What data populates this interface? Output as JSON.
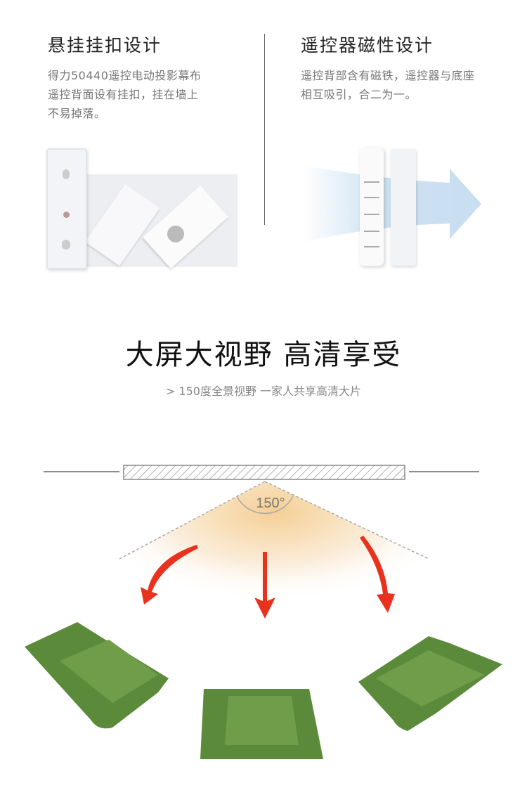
{
  "left_feature": {
    "title": "悬挂挂扣设计",
    "lines": [
      "得力50440遥控电动投影幕布",
      "遥控背面设有挂扣，挂在墙上",
      "不易掉落。"
    ]
  },
  "right_feature": {
    "title": "遥控器磁性设计",
    "lines": [
      "遥控背部含有磁铁，遥控器与底座",
      "相互吸引，合二为一。"
    ]
  },
  "hero": {
    "title": "大屏大视野 高清享受",
    "subtitle": "> 150度全景视野 一家人共享高清大片"
  },
  "diagram": {
    "angle_label": "150°",
    "arrow_color": "#e8321e",
    "sofa_color": "#5a8a3a",
    "glow_color": "#f7d9a8"
  }
}
